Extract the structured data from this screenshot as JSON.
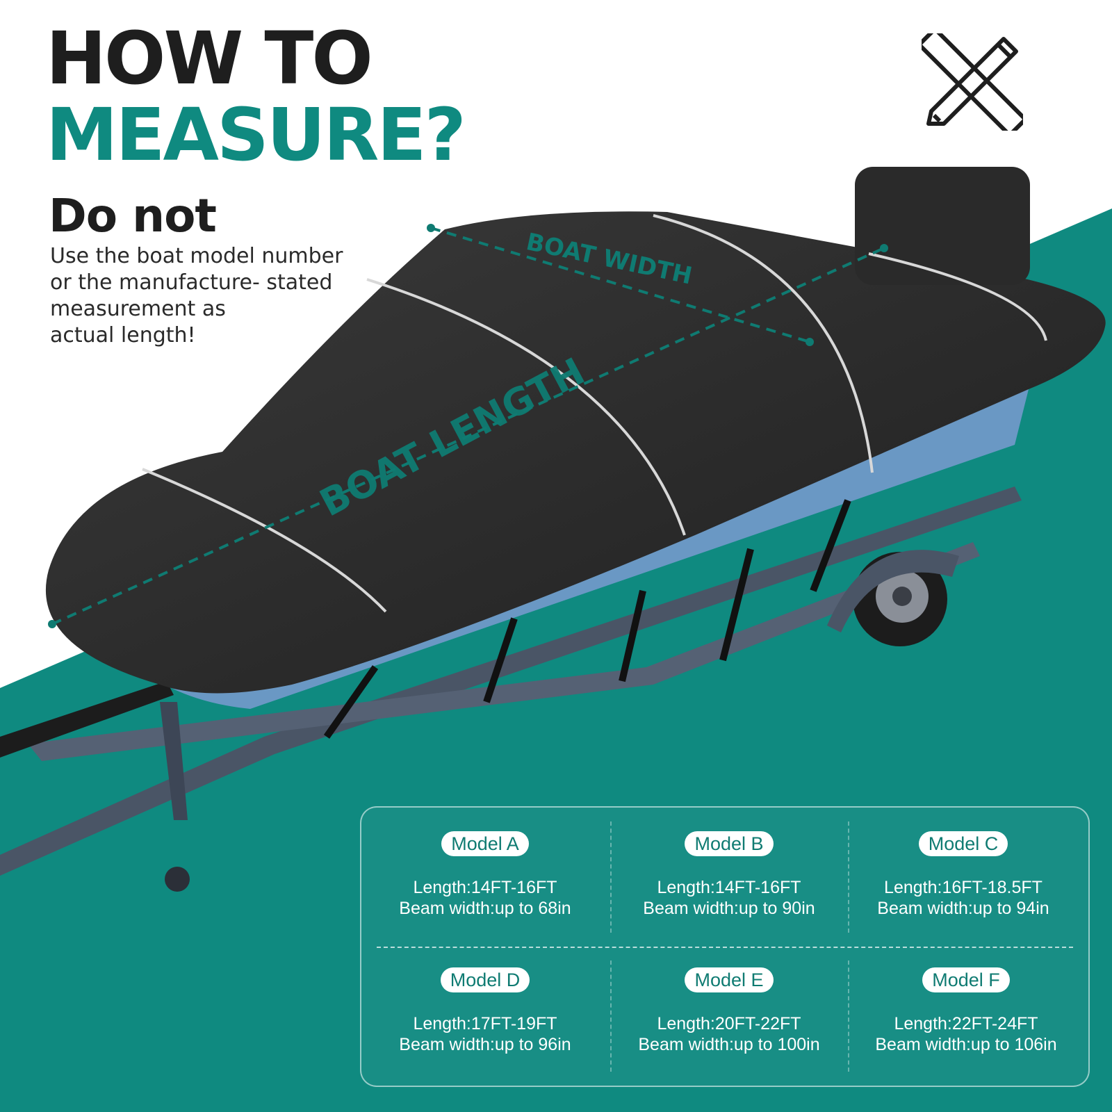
{
  "header": {
    "title_line1": "HOW TO",
    "title_line2": "MEASURE?",
    "subheading": "Do not",
    "text": "Use the boat model number\nor the manufacture- stated\nmeasurement as\nactual length!"
  },
  "icons": {
    "corner": "ruler-pencil-icon"
  },
  "dimensions": {
    "width_label": "BOAT WIDTH",
    "length_label": "BOAT LENGTH"
  },
  "colors": {
    "teal": "#0f8a80",
    "dark_text": "#1e1e1e",
    "cover": "#2b2b2b",
    "hull_blue": "#6a98c4",
    "trailer": "#4a5566"
  },
  "models": [
    {
      "name": "Model A",
      "length": "Length:14FT-16FT",
      "beam": "Beam width:up to 68in"
    },
    {
      "name": "Model B",
      "length": "Length:14FT-16FT",
      "beam": "Beam width:up to 90in"
    },
    {
      "name": "Model C",
      "length": "Length:16FT-18.5FT",
      "beam": "Beam width:up to 94in"
    },
    {
      "name": "Model D",
      "length": "Length:17FT-19FT",
      "beam": "Beam width:up to 96in"
    },
    {
      "name": "Model E",
      "length": "Length:20FT-22FT",
      "beam": "Beam width:up to 100in"
    },
    {
      "name": "Model F",
      "length": "Length:22FT-24FT",
      "beam": "Beam width:up to 106in"
    }
  ]
}
